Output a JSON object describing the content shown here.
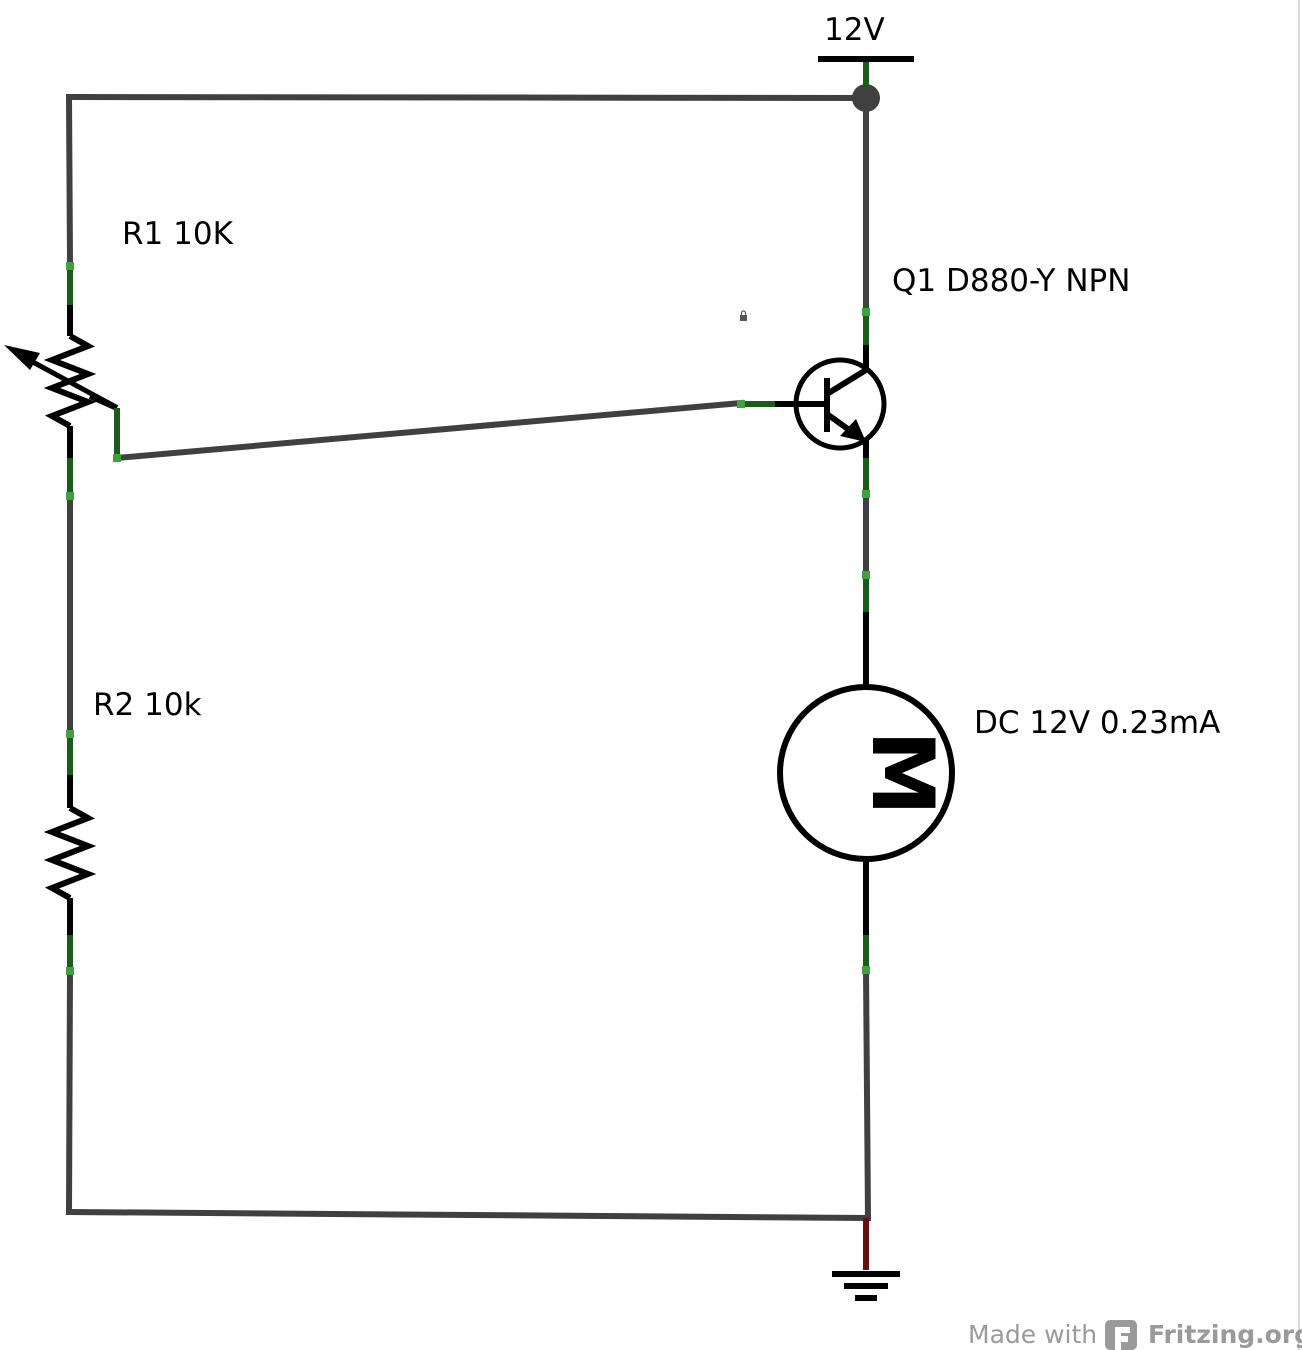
{
  "labels": {
    "supply": "12V",
    "r1": "R1 10K",
    "r2": "R2 10k",
    "q1": "Q1 D880-Y NPN",
    "motor": "DC 12V 0.23mA",
    "motor_symbol": "M"
  },
  "credit": {
    "made_with": "Made with",
    "brand": "Fritzing.org"
  }
}
